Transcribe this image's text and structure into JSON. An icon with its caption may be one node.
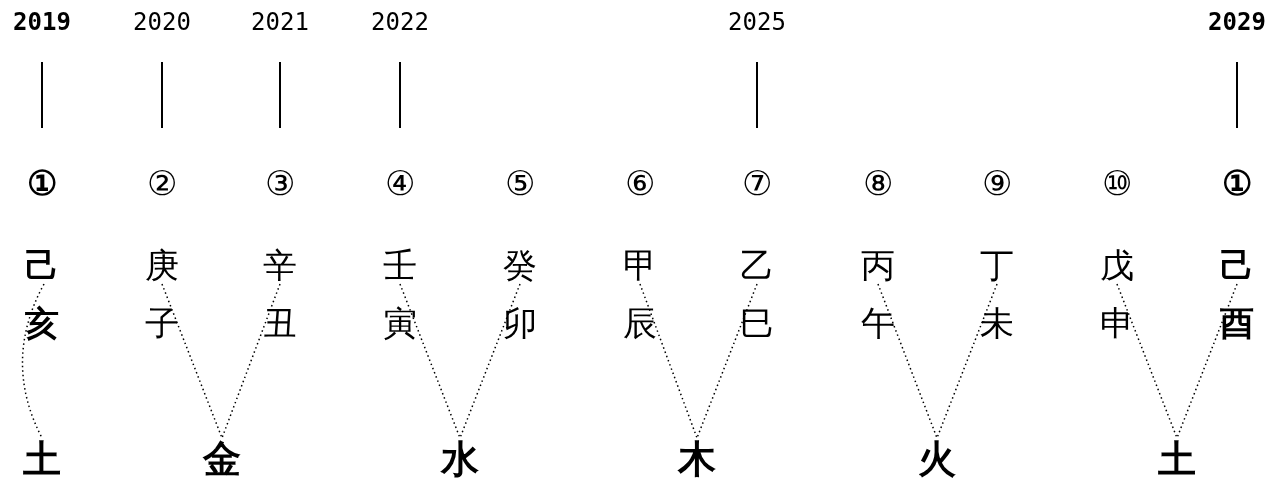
{
  "diagram": {
    "nodes": [
      {
        "text": [
          "己"
        ]
      },
      {
        "text": [
          "庚"
        ]
      },
      {
        "text": [
          "辛"
        ]
      },
      {
        "text": [
          "壬"
        ]
      },
      {
        "text": [
          "癸"
        ]
      },
      {
        "text": [
          "甲"
        ]
      },
      {
        "text": [
          "乙"
        ]
      },
      {
        "text": [
          "丙"
        ]
      },
      {
        "text": [
          "丁"
        ]
      },
      {
        "text": [
          "戊"
        ]
      },
      {
        "text": [
          "己"
        ]
      },
      {
        "text": [
          "土"
        ]
      },
      {
        "text": [
          "金"
        ]
      },
      {
        "text": [
          "水"
        ]
      },
      {
        "text": [
          "木"
        ]
      },
      {
        "text": [
          "火"
        ]
      },
      {
        "text": [
          "土"
        ]
      }
    ],
    "edges": [
      {
        "from": 0,
        "to": 11,
        "arrow": "none",
        "style": "dashed"
      },
      {
        "from": 1,
        "to": 12,
        "arrow": "none",
        "style": "dashed"
      },
      {
        "from": 2,
        "to": 12,
        "arrow": "none",
        "style": "dashed"
      },
      {
        "from": 3,
        "to": 13,
        "arrow": "none",
        "style": "dashed"
      },
      {
        "from": 4,
        "to": 13,
        "arrow": "none",
        "style": "dashed"
      },
      {
        "from": 5,
        "to": 14,
        "arrow": "none",
        "style": "dashed"
      },
      {
        "from": 6,
        "to": 14,
        "arrow": "none",
        "style": "dashed"
      },
      {
        "from": 7,
        "to": 15,
        "arrow": "none",
        "style": "dashed"
      },
      {
        "from": 8,
        "to": 15,
        "arrow": "none",
        "style": "dashed"
      },
      {
        "from": 9,
        "to": 16,
        "arrow": "none",
        "style": "dashed"
      },
      {
        "from": 10,
        "to": 16,
        "arrow": "none",
        "style": "dashed"
      }
    ],
    "labels": [
      "2019",
      "2020",
      "2021",
      "2022",
      "2025",
      "2029",
      "①",
      "②",
      "③",
      "④",
      "⑤",
      "⑥",
      "⑦",
      "⑧",
      "⑨",
      "⑩",
      "①",
      "亥",
      "子",
      "丑",
      "寅",
      "卯",
      "辰",
      "巳",
      "午",
      "未",
      "申",
      "酉"
    ]
  }
}
